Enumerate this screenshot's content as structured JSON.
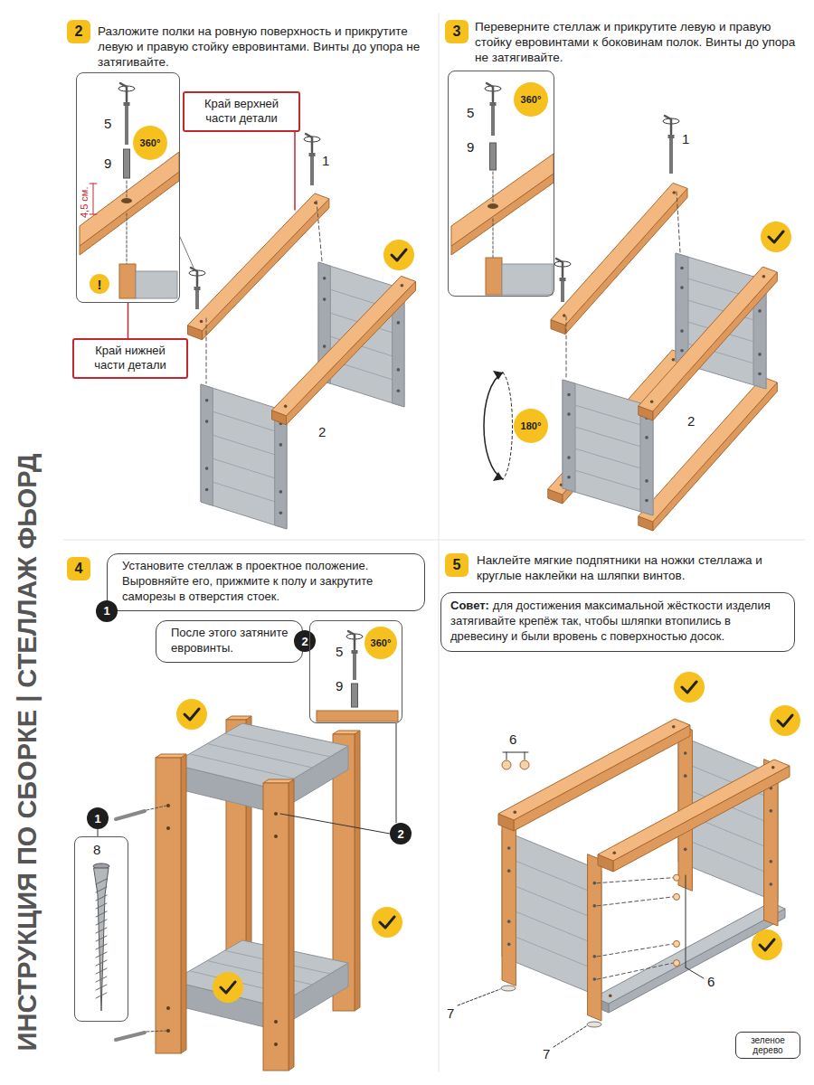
{
  "diagram": {
    "title": "ИНСТРУКЦИЯ ПО СБОРКЕ | СТЕЛЛАЖ ФЬОРД",
    "nodes": [
      {
        "text": [
          "2"
        ]
      },
      {
        "text": [
          "Край верхней части детали"
        ]
      },
      {
        "text": [
          "5",
          "9",
          "4,5 см."
        ]
      },
      {
        "text": [
          "360°"
        ],
        "in": 2
      },
      {
        "text": [
          "!"
        ],
        "in": 2
      },
      {
        "text": [
          "Край нижней части детали"
        ]
      },
      {
        "text": [
          "3"
        ]
      },
      {
        "text": [
          "5",
          "9"
        ]
      },
      {
        "text": [
          "360°"
        ],
        "in": 7
      },
      {
        "text": [
          "180°"
        ]
      },
      {
        "text": [
          "4"
        ]
      },
      {
        "text": [
          "Установите стеллаж в проектное положение. Выровняйте его, прижмите к полу и закрутите саморезы в отверстия стоек."
        ]
      },
      {
        "text": [
          "1"
        ]
      },
      {
        "text": [
          "После этого затяните евровинты."
        ]
      },
      {
        "text": [
          "2"
        ]
      },
      {
        "text": [
          "5",
          "9"
        ]
      },
      {
        "text": [
          "360°"
        ],
        "in": 15
      },
      {
        "text": [
          "1"
        ]
      },
      {
        "text": [
          "8"
        ]
      },
      {
        "text": [
          "2"
        ]
      },
      {
        "text": [
          "5"
        ]
      },
      {
        "text": [
          "Совет:",
          "для достижения максимальной жёсткости изделия затягивайте крепёж так, чтобы шляпки втопились в древесину и были вровень с поверхностью досок."
        ]
      }
    ],
    "edges": [
      {
        "from": 5,
        "to": 2,
        "arrow": "none"
      },
      {
        "from": 17,
        "to": 18,
        "arrow": "none"
      },
      {
        "from": 19,
        "to": 15,
        "arrow": "none"
      }
    ],
    "labels": [
      "Разложите полки на ровную поверхность и прикрутите левую и правую стойку евровинтами. Винты до упора не затягивайте.",
      "1",
      "2",
      "Переверните стеллаж и прикрутите левую и правую стойку евровинтами к боковинам полок. Винты до упора не затягивайте.",
      "1",
      "2",
      "Наклейте мягкие подпятники на ножки стеллажа и круглые наклейки на шляпки винтов.",
      "6",
      "6",
      "7",
      "7",
      "зеленое дерево"
    ]
  }
}
